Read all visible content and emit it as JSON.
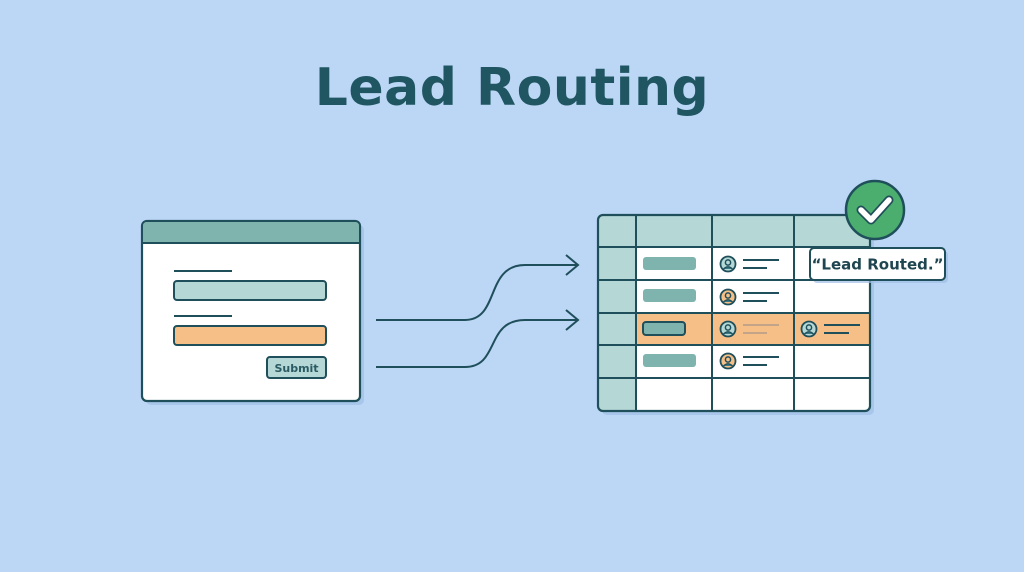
{
  "title": "Lead Routing",
  "form": {
    "submit_label": "Submit"
  },
  "table": {
    "tooltip": "“Lead Routed.”",
    "highlight_row": 3
  },
  "colors": {
    "background": "#bcd6f6",
    "outline": "#1f4f5a",
    "teal": "#7fb3ad",
    "light_teal": "#b5d8d6",
    "orange": "#f6bf88",
    "green": "#4cae6e"
  },
  "icons": [
    "check-circle-icon",
    "user-avatar-icon",
    "arrow-right-icon"
  ]
}
